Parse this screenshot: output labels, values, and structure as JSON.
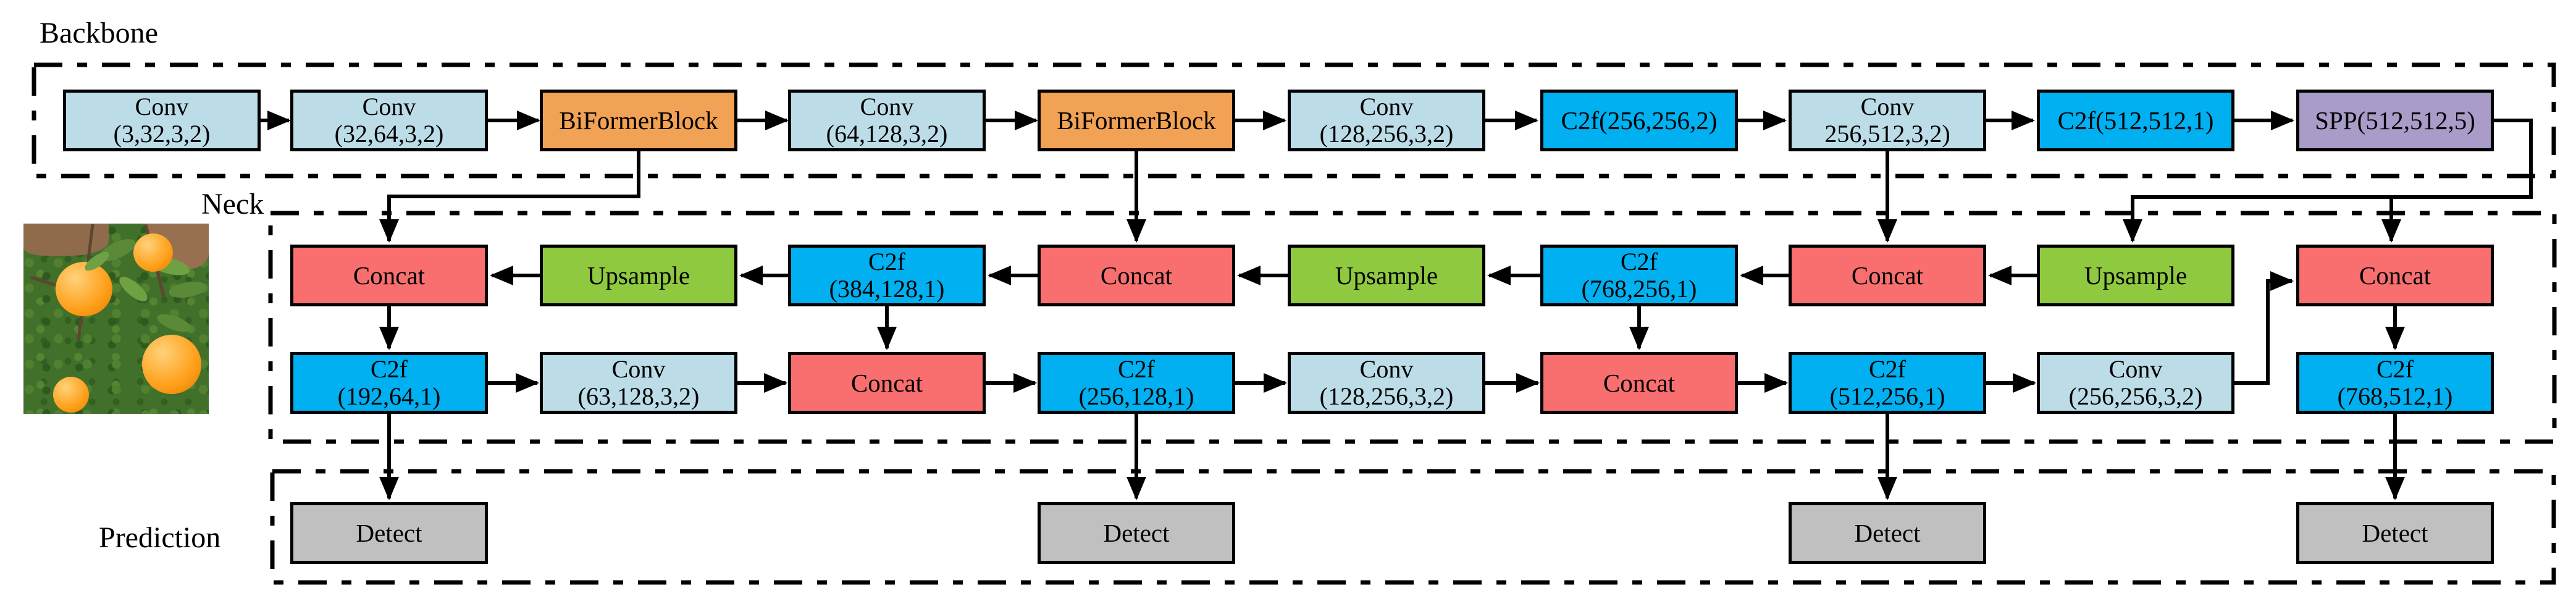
{
  "sections": {
    "backbone": {
      "label": "Backbone"
    },
    "neck": {
      "label": "Neck"
    },
    "prediction": {
      "label": "Prediction"
    }
  },
  "nodes": {
    "conv1": {
      "l1": "Conv",
      "l2": "(3,32,3,2)"
    },
    "conv2": {
      "l1": "Conv",
      "l2": "(32,64,3,2)"
    },
    "biformer1": {
      "l1": "BiFormerBlock"
    },
    "conv3": {
      "l1": "Conv",
      "l2": "(64,128,3,2)"
    },
    "biformer2": {
      "l1": "BiFormerBlock"
    },
    "conv4": {
      "l1": "Conv",
      "l2": "(128,256,3,2)"
    },
    "c2f_b1": {
      "l1": "C2f(256,256,2)"
    },
    "conv5": {
      "l1": "Conv",
      "l2": "256,512,3,2)"
    },
    "c2f_b2": {
      "l1": "C2f(512,512,1)"
    },
    "spp": {
      "l1": "SPP(512,512,5)"
    },
    "concat1": {
      "l1": "Concat"
    },
    "upsample1": {
      "l1": "Upsample"
    },
    "c2f_n1": {
      "l1": "C2f",
      "l2": "(384,128,1)"
    },
    "concat2": {
      "l1": "Concat"
    },
    "upsample2": {
      "l1": "Upsample"
    },
    "c2f_n2": {
      "l1": "C2f",
      "l2": "(768,256,1)"
    },
    "concat3": {
      "l1": "Concat"
    },
    "upsample3": {
      "l1": "Upsample"
    },
    "concat4": {
      "l1": "Concat"
    },
    "c2f_p3": {
      "l1": "C2f",
      "l2": "(192,64,1)"
    },
    "conv_n1": {
      "l1": "Conv",
      "l2": "(63,128,3,2)"
    },
    "concat_b1": {
      "l1": "Concat"
    },
    "c2f_p4": {
      "l1": "C2f",
      "l2": "(256,128,1)"
    },
    "conv_n2": {
      "l1": "Conv",
      "l2": "(128,256,3,2)"
    },
    "concat_b2": {
      "l1": "Concat"
    },
    "c2f_p5": {
      "l1": "C2f",
      "l2": "(512,256,1)"
    },
    "conv_n3": {
      "l1": "Conv",
      "l2": "(256,256,3,2)"
    },
    "c2f_p6": {
      "l1": "C2f",
      "l2": "(768,512,1)"
    },
    "detect1": {
      "l1": "Detect"
    },
    "detect2": {
      "l1": "Detect"
    },
    "detect3": {
      "l1": "Detect"
    },
    "detect4": {
      "l1": "Detect"
    }
  },
  "palette": {
    "conv_lightblue": "#BCDDE8",
    "c2f_blue": "#00B0F0",
    "biformer_orange": "#F2A254",
    "spp_purple": "#A99CC8",
    "concat_red": "#F96F6F",
    "upsample_green": "#8FC93F",
    "detect_gray": "#C0C0C0",
    "line_black": "#000000"
  }
}
